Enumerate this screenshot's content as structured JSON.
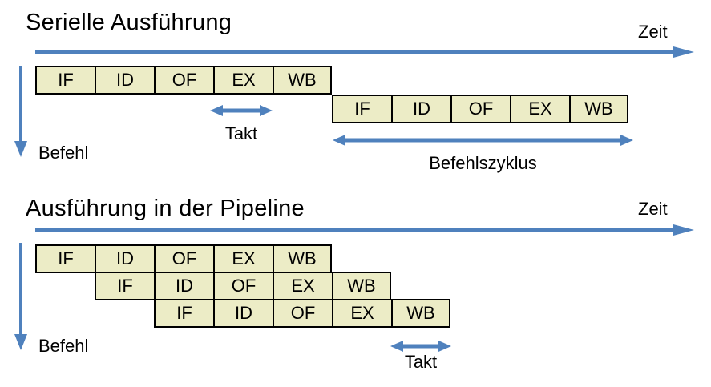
{
  "colors": {
    "accent_blue": "#4F81BD",
    "box_fill": "#ECECC6",
    "box_border": "#000000",
    "text": "#000000",
    "background": "#FFFFFF"
  },
  "serial": {
    "title": "Serielle Ausführung",
    "time_axis_label": "Zeit",
    "instruction_axis_label": "Befehl",
    "clock_label": "Takt",
    "cycle_label": "Befehlszyklus",
    "instruction1_stages": [
      "IF",
      "ID",
      "OF",
      "EX",
      "WB"
    ],
    "instruction2_stages": [
      "IF",
      "ID",
      "OF",
      "EX",
      "WB"
    ]
  },
  "pipeline": {
    "title": "Ausführung in der Pipeline",
    "time_axis_label": "Zeit",
    "instruction_axis_label": "Befehl",
    "clock_label": "Takt",
    "instruction1_stages": [
      "IF",
      "ID",
      "OF",
      "EX",
      "WB"
    ],
    "instruction2_stages": [
      "IF",
      "ID",
      "OF",
      "EX",
      "WB"
    ],
    "instruction3_stages": [
      "IF",
      "ID",
      "OF",
      "EX",
      "WB"
    ]
  }
}
